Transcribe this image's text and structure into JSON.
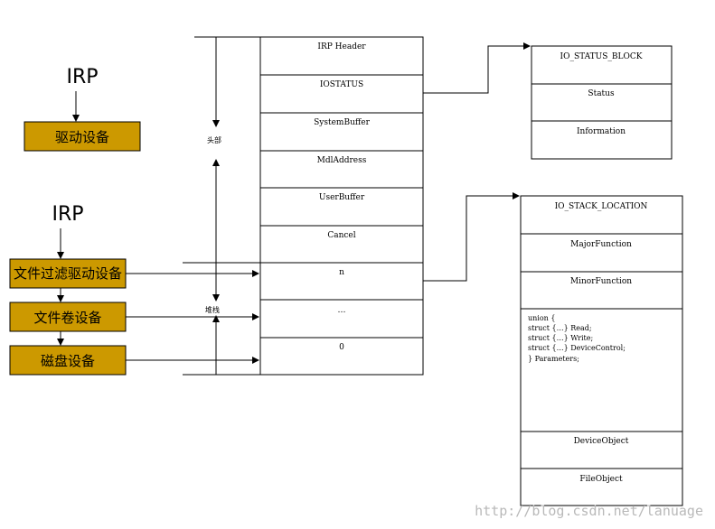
{
  "irp_stack": {
    "cells": [
      "IRP Header",
      "IOSTATUS",
      "SystemBuffer",
      "MdlAddress",
      "UserBuffer",
      "Cancel",
      "n",
      "…",
      "0"
    ],
    "header_label": "头部",
    "stack_label": "堆栈"
  },
  "io_status_block": {
    "cells": [
      "IO_STATUS_BLOCK",
      "Status",
      "Information"
    ]
  },
  "io_stack_location": {
    "cells": [
      "IO_STACK_LOCATION",
      "MajorFunction",
      "MinorFunction"
    ],
    "union_lines": [
      "union {",
      "struct {…} Read;",
      "struct {…} Write;",
      "struct {…} DeviceControl;",
      "} Parameters;"
    ],
    "bottom_cells": [
      "DeviceObject",
      "FileObject"
    ]
  },
  "left": {
    "irp_top": "IRP",
    "driver_device": "驱动设备",
    "irp_bottom": "IRP",
    "filter_device": "文件过滤驱动设备",
    "volume_device": "文件卷设备",
    "disk_device": "磁盘设备"
  },
  "colors": {
    "device_box": "#cc9900"
  },
  "watermark": "http://blog.csdn.net/lanuage"
}
